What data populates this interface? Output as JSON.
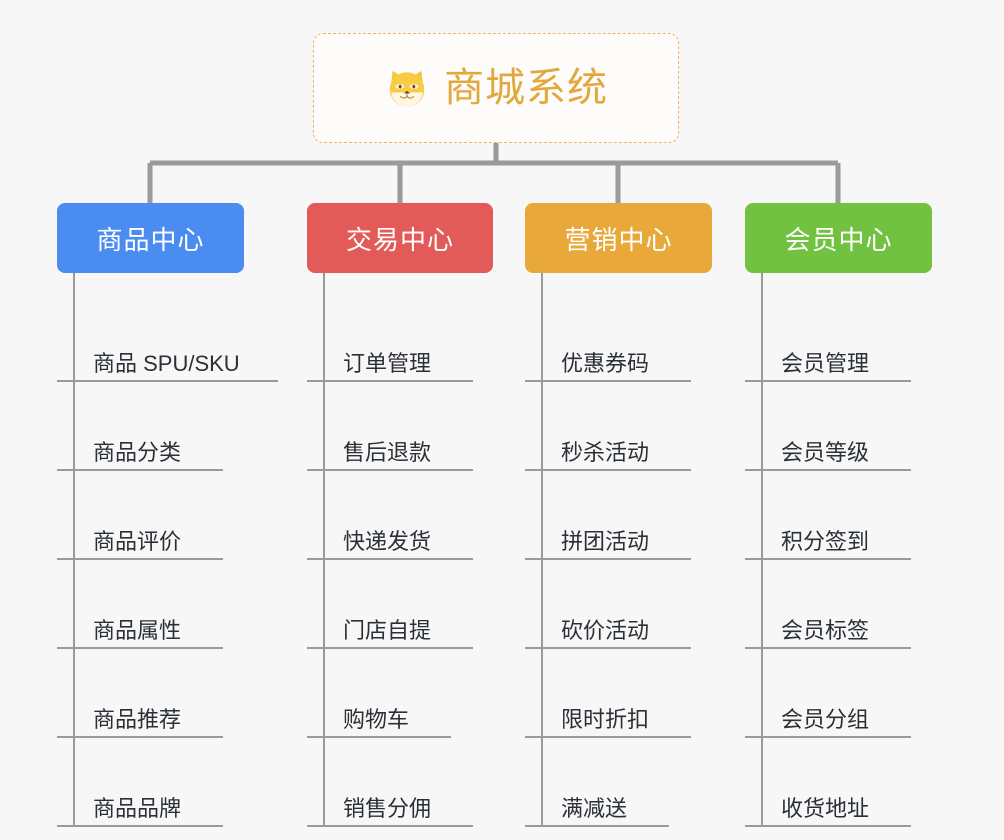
{
  "root": {
    "title": "商城系统",
    "icon": "shiba-inu-dog-icon",
    "border_color": "#e8b958",
    "title_color": "#e2a83c",
    "background": "#fdfcfa"
  },
  "canvas": {
    "background": "#f7f7f7",
    "connector_color": "#9a9a9a"
  },
  "branches": [
    {
      "label": "商品中心",
      "color": "#4a8cf0",
      "leaves": [
        {
          "label": "商品 SPU/SKU",
          "underline_width": 205
        },
        {
          "label": "商品分类",
          "underline_width": 150
        },
        {
          "label": "商品评价",
          "underline_width": 150
        },
        {
          "label": "商品属性",
          "underline_width": 150
        },
        {
          "label": "商品推荐",
          "underline_width": 150
        },
        {
          "label": "商品品牌",
          "underline_width": 150
        }
      ]
    },
    {
      "label": "交易中心",
      "color": "#e25b58",
      "leaves": [
        {
          "label": "订单管理",
          "underline_width": 150
        },
        {
          "label": "售后退款",
          "underline_width": 150
        },
        {
          "label": "快递发货",
          "underline_width": 150
        },
        {
          "label": "门店自提",
          "underline_width": 150
        },
        {
          "label": "购物车",
          "underline_width": 128
        },
        {
          "label": "销售分佣",
          "underline_width": 150
        }
      ]
    },
    {
      "label": "营销中心",
      "color": "#e9a93a",
      "leaves": [
        {
          "label": "优惠券码",
          "underline_width": 150
        },
        {
          "label": "秒杀活动",
          "underline_width": 150
        },
        {
          "label": "拼团活动",
          "underline_width": 150
        },
        {
          "label": "砍价活动",
          "underline_width": 150
        },
        {
          "label": "限时折扣",
          "underline_width": 150
        },
        {
          "label": "满减送",
          "underline_width": 128
        }
      ]
    },
    {
      "label": "会员中心",
      "color": "#72c141",
      "leaves": [
        {
          "label": "会员管理",
          "underline_width": 150
        },
        {
          "label": "会员等级",
          "underline_width": 150
        },
        {
          "label": "积分签到",
          "underline_width": 150
        },
        {
          "label": "会员标签",
          "underline_width": 150
        },
        {
          "label": "会员分组",
          "underline_width": 150
        },
        {
          "label": "收货地址",
          "underline_width": 150
        }
      ]
    }
  ]
}
